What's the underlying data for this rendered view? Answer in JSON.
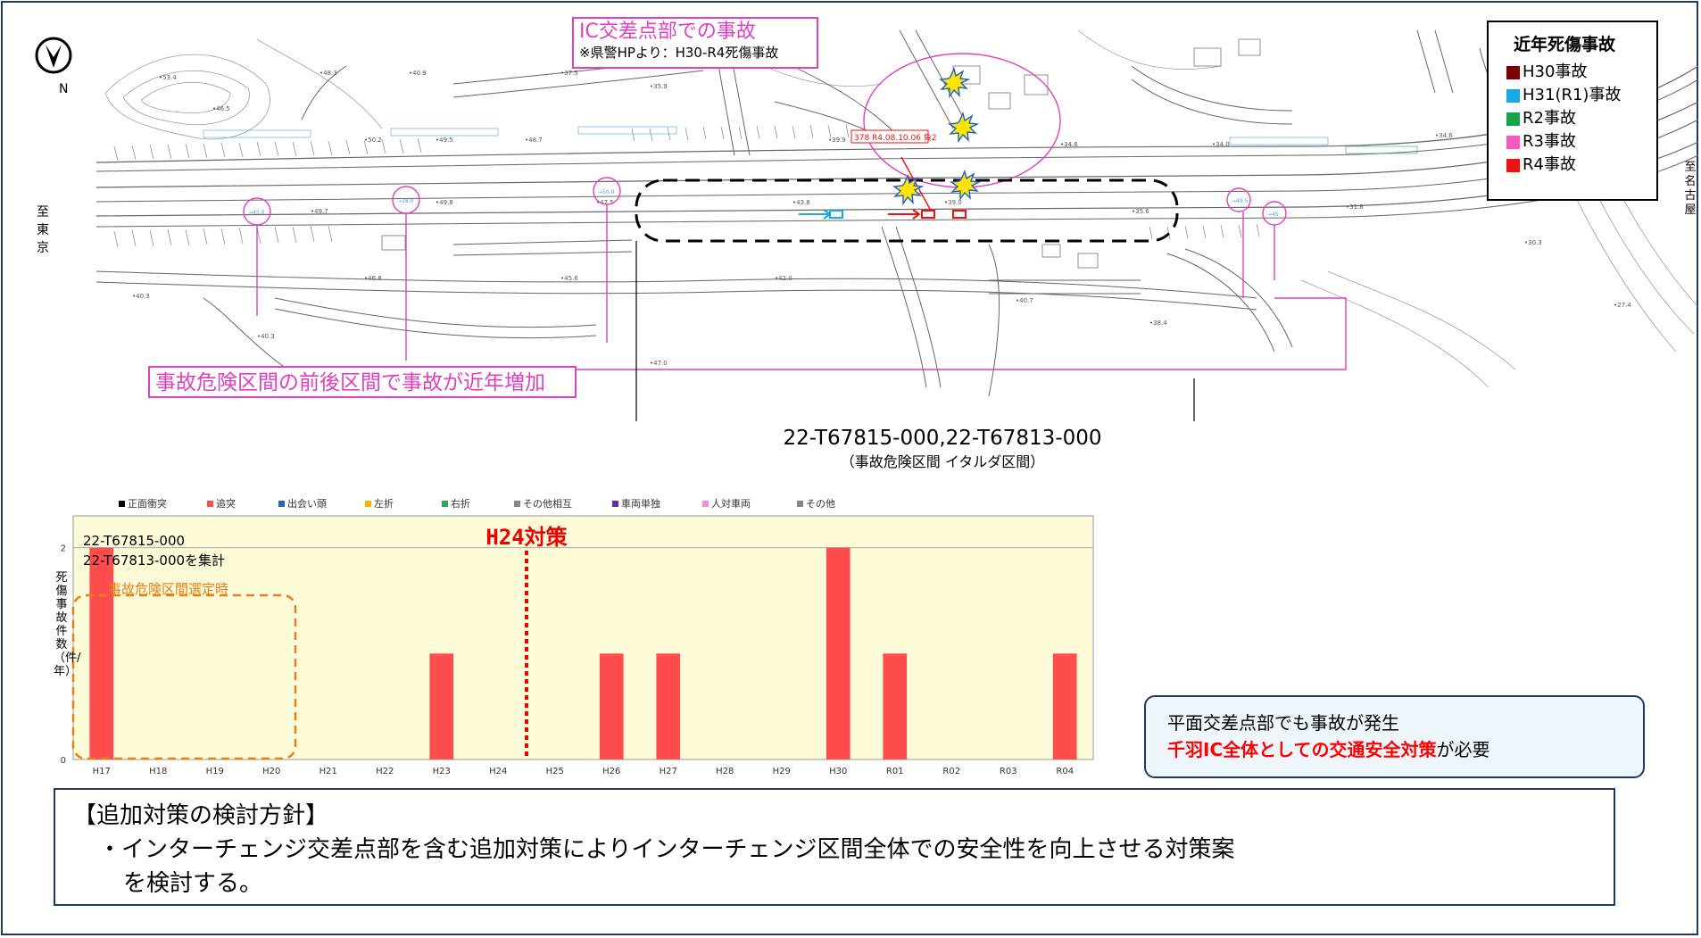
{
  "north_label": "N",
  "side_left": "至東京",
  "side_right": "至名古屋",
  "callout_ic": {
    "title": "IC交差点部での事故",
    "subtitle": "※県警HPより：H30-R4死傷事故"
  },
  "callout_area": "事故危険区間の前後区間で事故が近年増加",
  "accident_tag": "378 R4.08.10.06 負2",
  "legend": {
    "title": "近年死傷事故",
    "items": [
      {
        "label": "H30事故",
        "color": "#7b0000"
      },
      {
        "label": "H31(R1)事故",
        "color": "#19a9e0"
      },
      {
        "label": "R2事故",
        "color": "#17a34a"
      },
      {
        "label": "R3事故",
        "color": "#f25bc4"
      },
      {
        "label": "R4事故",
        "color": "#ee1111"
      }
    ]
  },
  "section": {
    "ids": "22-T67815-000,22-T67813-000",
    "name": "（事故危険区間 イタルダ区間）"
  },
  "chart_legend": [
    {
      "label": "正面衝突",
      "color": "#000000"
    },
    {
      "label": "追突",
      "color": "#ff4d4d"
    },
    {
      "label": "出会い頭",
      "color": "#2e62b8"
    },
    {
      "label": "左折",
      "color": "#f5b800"
    },
    {
      "label": "右折",
      "color": "#2aa84a"
    },
    {
      "label": "その他相互",
      "color": "#888888"
    },
    {
      "label": "車両単独",
      "color": "#6a2ca0"
    },
    {
      "label": "人対車両",
      "color": "#f28de0"
    },
    {
      "label": "その他",
      "color": "#888888"
    }
  ],
  "chart_note_line1": "22-T67815-000",
  "chart_note_line2": "22-T67813-000を集計",
  "chart_selection_label": "事故危険区間選定時",
  "chart_measure_label": "H24対策",
  "chart_data": {
    "type": "bar",
    "ylabel": "死傷事故件数（件/年）",
    "categories": [
      "H17",
      "H18",
      "H19",
      "H20",
      "H21",
      "H22",
      "H23",
      "H24",
      "H25",
      "H26",
      "H27",
      "H28",
      "H29",
      "H30",
      "R01",
      "R02",
      "R03",
      "R04"
    ],
    "series": [
      {
        "name": "追突",
        "color": "#ff4d4d",
        "values": [
          2,
          0,
          0,
          0,
          0,
          0,
          1,
          0,
          0,
          1,
          1,
          0,
          0,
          2,
          1,
          0,
          0,
          1
        ]
      }
    ],
    "yticks": [
      0,
      2
    ],
    "ylim": [
      0,
      2.3
    ],
    "grid": true
  },
  "note_box": {
    "line1": "平面交差点部でも事故が発生",
    "line2_red": "千羽IC全体としての交通安全対策",
    "line2_rest": "が必要"
  },
  "policy": {
    "title": "【追加対策の検討方針】",
    "line1": "・インターチェンジ交差点部を含む追加対策によりインターチェンジ区間全体での安全性を向上させる対策案",
    "line2": "を検討する。"
  }
}
